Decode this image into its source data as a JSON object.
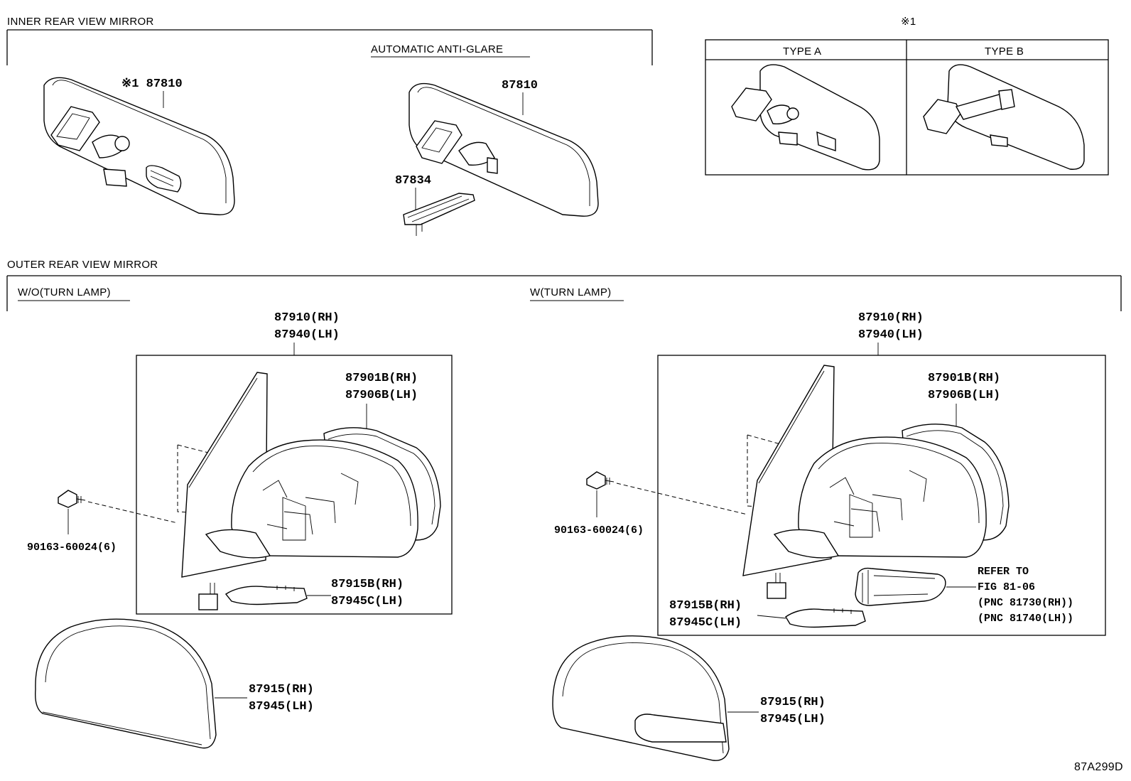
{
  "figure_code": "87A299D",
  "inner": {
    "title": "INNER REAR VIEW MIRROR",
    "anti_glare_label": "AUTOMATIC ANTI-GLARE",
    "left_mirror_part": "※1 87810",
    "right_mirror_part": "87810",
    "wire_part": "87834"
  },
  "note": {
    "mark": "※1",
    "type_a": "TYPE A",
    "type_b": "TYPE B"
  },
  "outer": {
    "title": "OUTER REAR VIEW MIRROR",
    "without_turn_lamp": {
      "label": "W/O(TURN LAMP)",
      "assy_rh": "87910(RH)",
      "assy_lh": "87940(LH)",
      "glass_rh": "87901B(RH)",
      "glass_lh": "87906B(LH)",
      "screw": "90163-60024(6)",
      "cover_sub_rh": "87915B(RH)",
      "cover_sub_lh": "87945C(LH)",
      "cover_rh": "87915(RH)",
      "cover_lh": "87945(LH)"
    },
    "with_turn_lamp": {
      "label": "W(TURN LAMP)",
      "assy_rh": "87910(RH)",
      "assy_lh": "87940(LH)",
      "glass_rh": "87901B(RH)",
      "glass_lh": "87906B(LH)",
      "screw": "90163-60024(6)",
      "cover_sub_rh": "87915B(RH)",
      "cover_sub_lh": "87945C(LH)",
      "refer_1": "REFER TO",
      "refer_2": "FIG 81-06",
      "refer_3": "(PNC 81730(RH))",
      "refer_4": "(PNC 81740(LH))",
      "cover_rh": "87915(RH)",
      "cover_lh": "87945(LH)"
    }
  }
}
